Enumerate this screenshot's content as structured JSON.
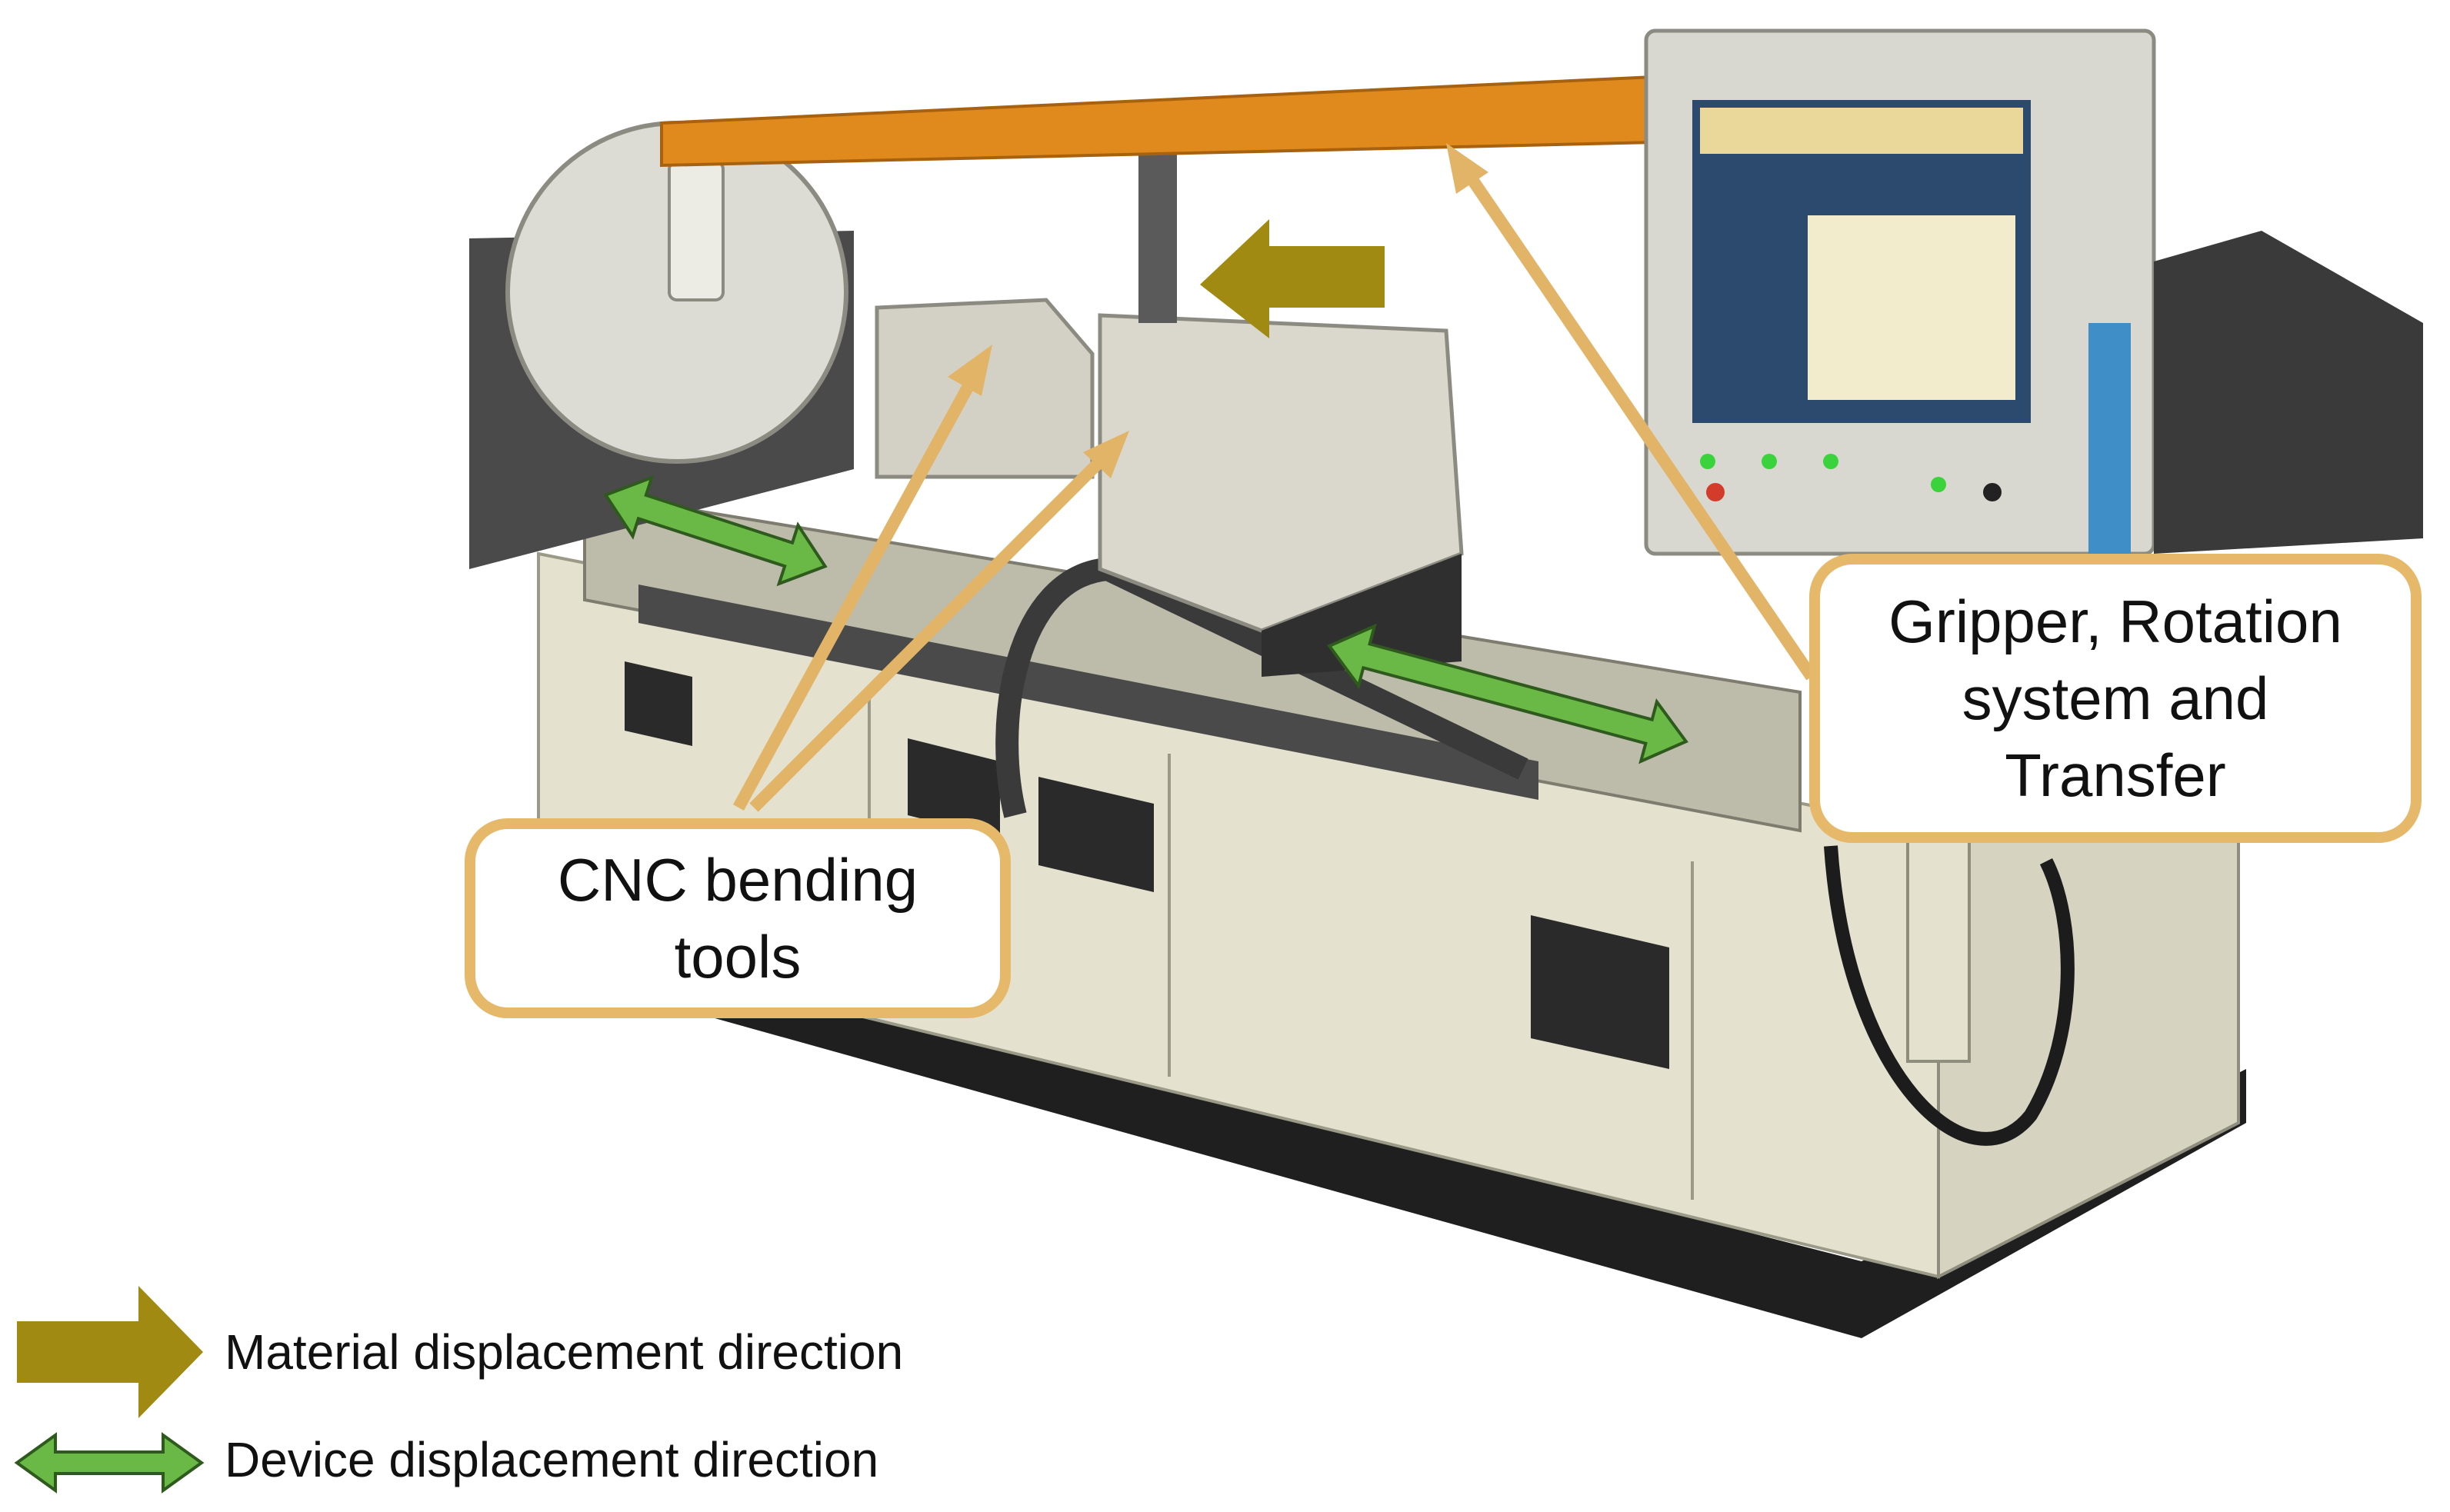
{
  "callouts": {
    "cnc": {
      "text": "CNC bending\ntools"
    },
    "gripper": {
      "text": "Gripper, Rotation\nsystem and\nTransfer"
    }
  },
  "legend": {
    "material": {
      "label": "Material displacement direction",
      "icon": "olive-block-arrow-icon"
    },
    "device": {
      "label": "Device displacement direction",
      "icon": "green-double-arrow-icon"
    }
  },
  "colors": {
    "callout_border": "#e6b96a",
    "leader_line": "#e2b468",
    "material_arrow": "#a08a12",
    "device_arrow": "#6ab845",
    "beam": "#e08a1e"
  }
}
